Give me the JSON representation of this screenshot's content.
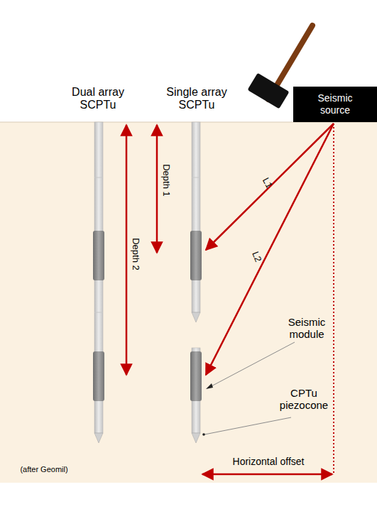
{
  "diagram": {
    "nodes": [
      {
        "text": [
          "Seismic source"
        ]
      }
    ],
    "labels": [
      "Dual array SCPTu",
      "Single array SCPTu",
      "Depth 1",
      "Depth 2",
      "L1",
      "L2",
      "Seismic module",
      "CPTu piezocone",
      "Horizontal offset",
      "(after Geomil)"
    ]
  }
}
